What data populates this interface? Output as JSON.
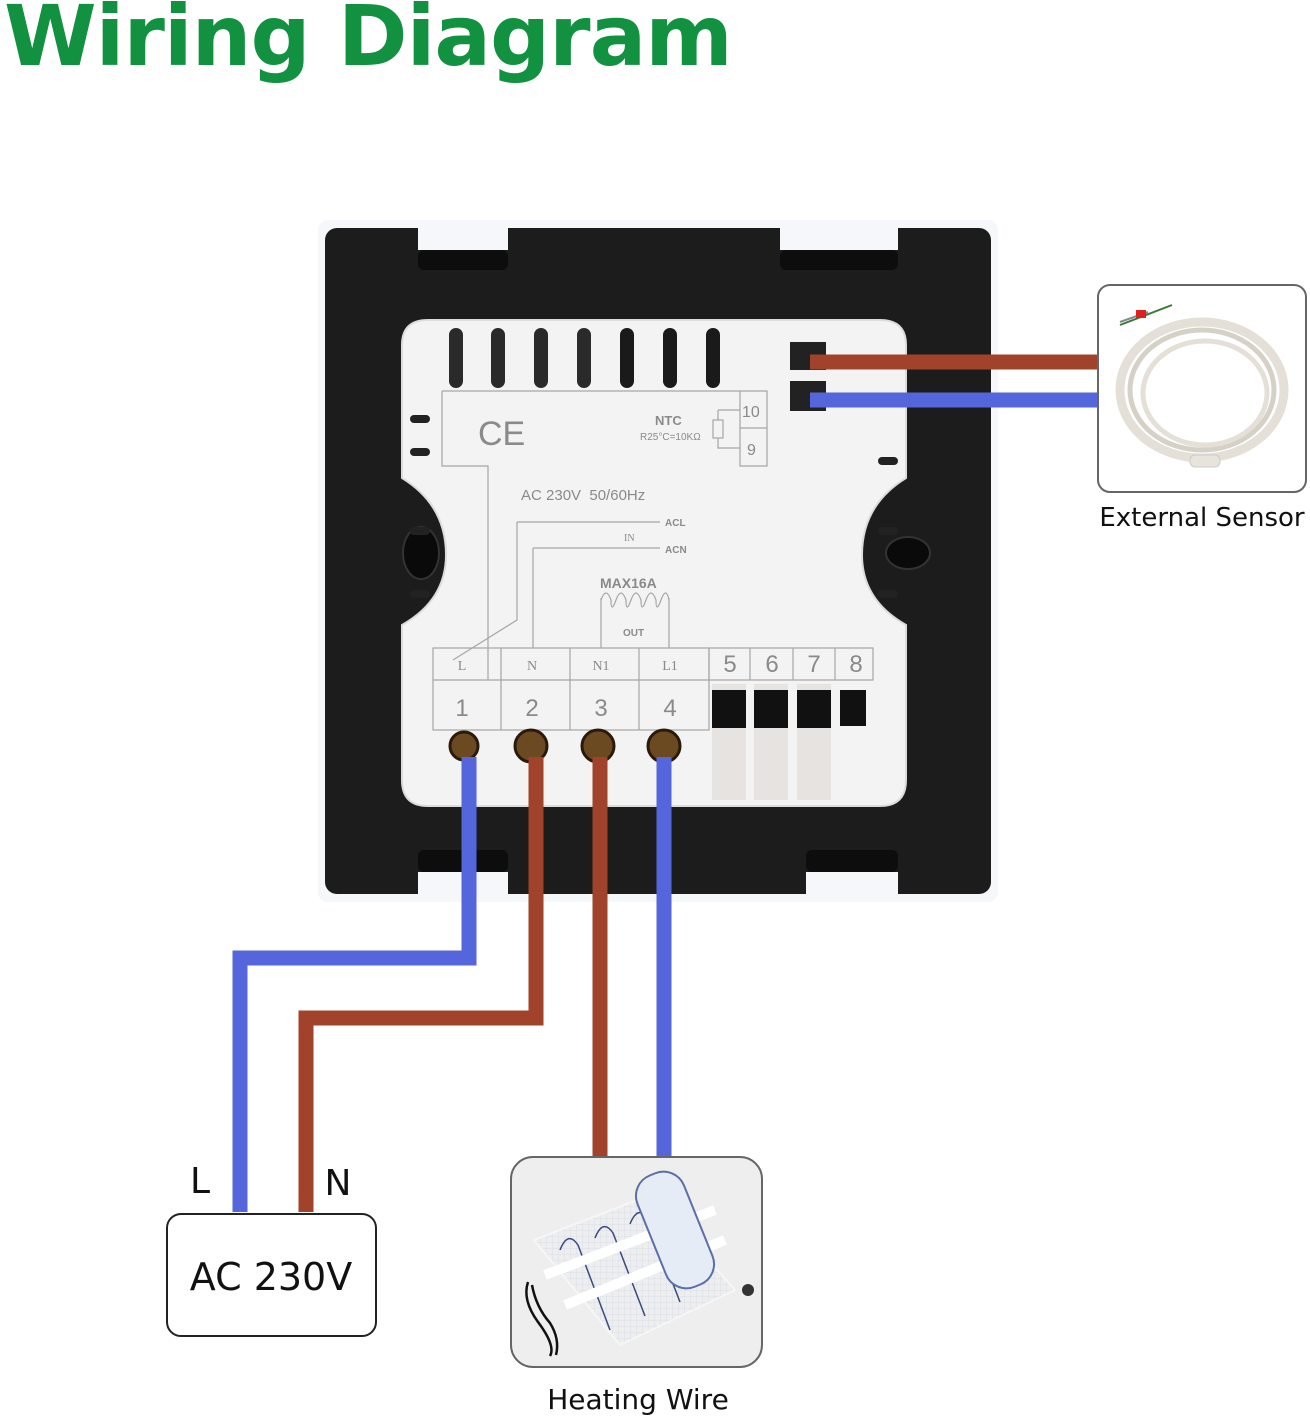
{
  "title": "Wiring Diagram",
  "colors": {
    "title": "#129240",
    "live_wire": "#5566dd",
    "neutral_wire": "#a0432a",
    "housing": "#1a1a1a",
    "plate": "#f4f4f4",
    "print": "#8a8a8a"
  },
  "thermostat": {
    "ce_mark": "CE",
    "ntc": {
      "label": "NTC",
      "spec": "R25°C=10KΩ",
      "terminals": [
        "10",
        "9"
      ]
    },
    "supply_rating": "AC 230V  50/60Hz",
    "input": {
      "label": "IN",
      "lines": [
        "ACL",
        "ACN"
      ]
    },
    "output": {
      "max_current": "MAX16A",
      "label": "OUT"
    },
    "terminal_labels": [
      "L",
      "N",
      "N1",
      "L1"
    ],
    "terminal_numbers": [
      "1",
      "2",
      "3",
      "4"
    ],
    "aux_terminals": [
      "5",
      "6",
      "7",
      "8"
    ]
  },
  "power_source": {
    "label": "AC 230V",
    "l_label": "L",
    "n_label": "N"
  },
  "external_sensor": {
    "caption": "External Sensor"
  },
  "heating_wire": {
    "caption": "Heating Wire"
  },
  "connections": [
    {
      "from": "terminal-1 (L)",
      "to": "AC 230V L",
      "wire": "blue"
    },
    {
      "from": "terminal-2 (N)",
      "to": "AC 230V N",
      "wire": "brown"
    },
    {
      "from": "terminal-3 (N1)",
      "to": "Heating Wire",
      "wire": "brown"
    },
    {
      "from": "terminal-4 (L1)",
      "to": "Heating Wire",
      "wire": "blue"
    },
    {
      "from": "terminal-10",
      "to": "External Sensor",
      "wire": "brown"
    },
    {
      "from": "terminal-9",
      "to": "External Sensor",
      "wire": "blue"
    }
  ]
}
